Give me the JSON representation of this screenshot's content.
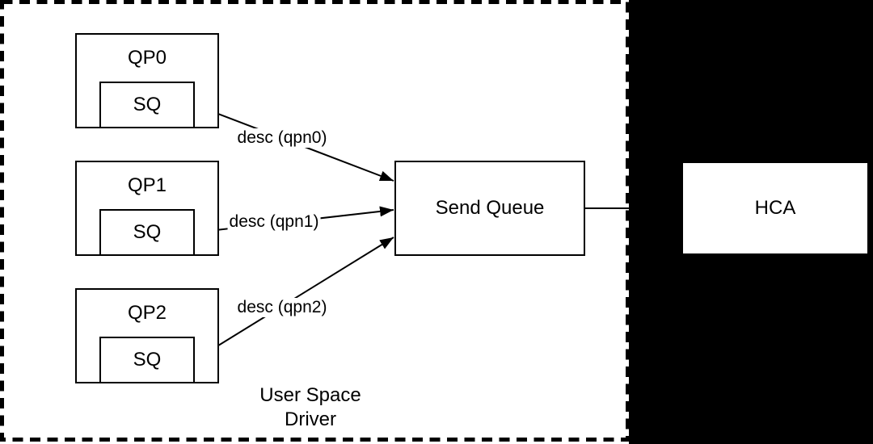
{
  "diagram": {
    "qps": [
      {
        "label": "QP0",
        "sq_label": "SQ",
        "desc_label": "desc (qpn0)"
      },
      {
        "label": "QP1",
        "sq_label": "SQ",
        "desc_label": "desc (qpn1)"
      },
      {
        "label": "QP2",
        "sq_label": "SQ",
        "desc_label": "desc (qpn2)"
      }
    ],
    "send_queue_label": "Send Queue",
    "hca_label": "HCA",
    "region_label": {
      "line1": "User Space",
      "line2": "Driver"
    },
    "colors": {
      "stroke": "#000000",
      "node_fill": "#ffffff",
      "blacked_out_region": "#000000",
      "text": "#000000"
    }
  }
}
